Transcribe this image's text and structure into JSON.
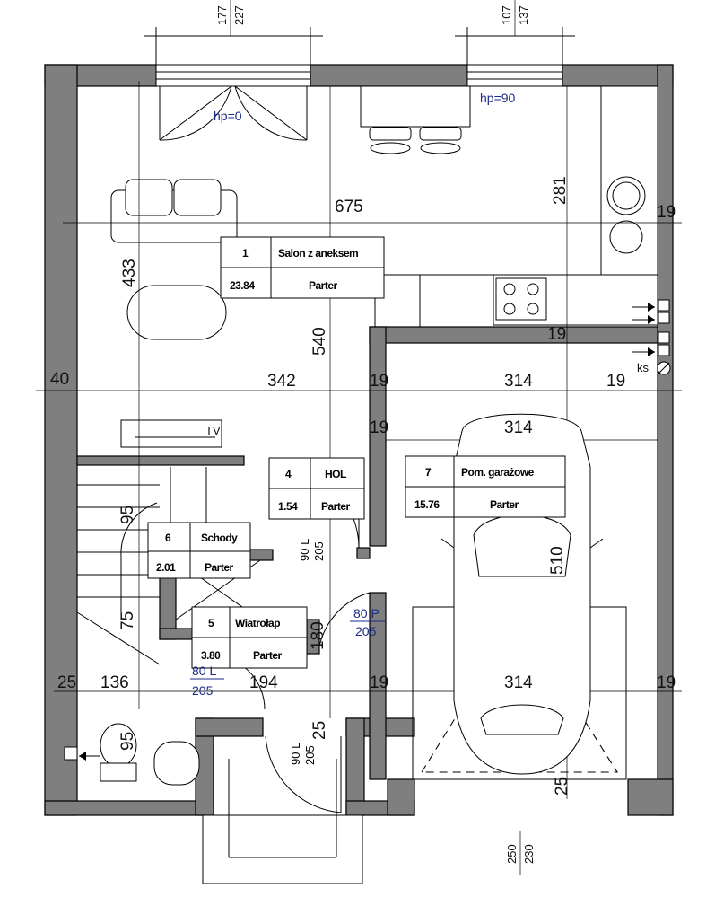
{
  "dimensions": {
    "top_left_window": [
      "177",
      "227"
    ],
    "top_right_window": [
      "107",
      "137"
    ],
    "bottom_garage_door": [
      "250",
      "230"
    ],
    "salon_width": "675",
    "kitchen_height": "281",
    "right_wall_top": "19",
    "salon_height": "433",
    "hall_height": "540",
    "left_wall": "40",
    "hall_width": "342",
    "partition_1": "19",
    "garage_width_1": "314",
    "outer_wall_right": "19",
    "partition_right_upper": "19",
    "partition_2": "19",
    "garage_width_2": "314",
    "stairs_95": "95",
    "stairs_75": "75",
    "window_95": "95",
    "garage_depth": "510",
    "corridor_180": "180",
    "left_25": "25",
    "wc_width": "136",
    "hall_lower_width": "194",
    "partition_3": "19",
    "garage_width_3": "314",
    "right_wall_lower": "19",
    "vestibule_25": "25",
    "garage_bottom_25": "25"
  },
  "annotations": {
    "hp_door": "hp=0",
    "hp_window": "hp=90",
    "ks": "ks"
  },
  "rooms": [
    {
      "number": "1",
      "name": "Salon z aneksem",
      "area": "23.84",
      "floor": "Parter"
    },
    {
      "number": "4",
      "name": "HOL",
      "area": "1.54",
      "floor": "Parter"
    },
    {
      "number": "7",
      "name": "Pom. garażowe",
      "area": "15.76",
      "floor": "Parter"
    },
    {
      "number": "6",
      "name": "Schody",
      "area": "2.01",
      "floor": "Parter"
    },
    {
      "number": "5",
      "name": "Wiatrołap",
      "area": "3.80",
      "floor": "Parter"
    }
  ],
  "doors": {
    "hall_door": {
      "type": "90 L",
      "height": "205"
    },
    "garage_door": {
      "type": "80 P",
      "height": "205"
    },
    "wc_door": {
      "type": "80 L",
      "height": "205"
    },
    "entrance_door": {
      "type": "90 L",
      "height": "205"
    }
  },
  "furniture": {
    "tv_label": "TV"
  }
}
